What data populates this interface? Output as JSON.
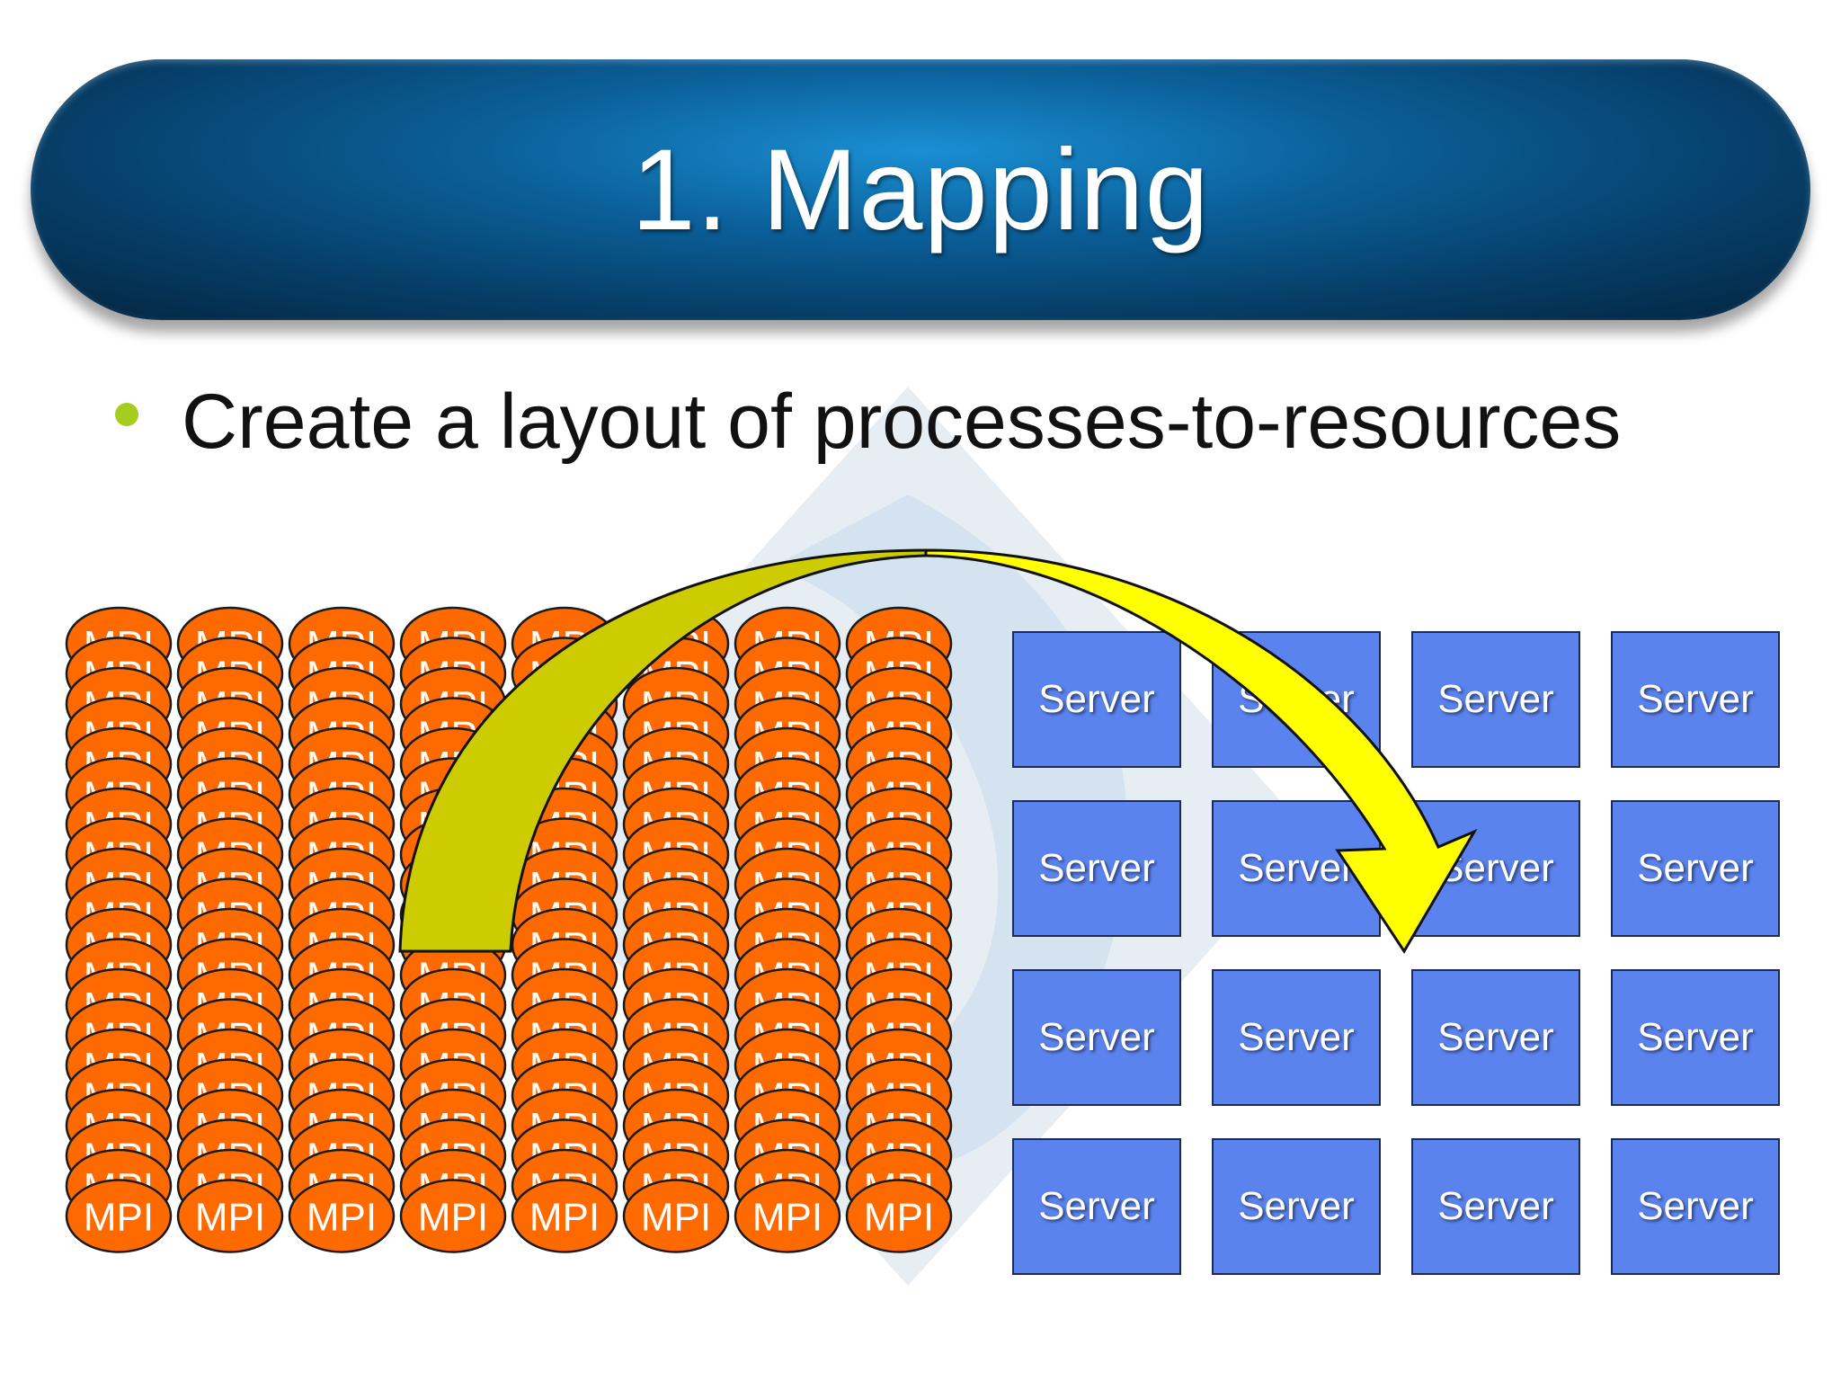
{
  "slide": {
    "title": "1. Mapping",
    "bullet": "Create a layout of processes-to-resources"
  },
  "processes": {
    "label": "MPI",
    "columns": 8,
    "rows": 20,
    "fill_color": "#ff6a00",
    "stroke_color": "#1a1a1a"
  },
  "servers": {
    "label": "Server",
    "columns": 4,
    "rows": 4,
    "fill_color": "#5b83ee",
    "items": [
      "Server",
      "Server",
      "Server",
      "Server",
      "Server",
      "Server",
      "Server",
      "Server",
      "Server",
      "Server",
      "Server",
      "Server",
      "Server",
      "Server",
      "Server",
      "Server"
    ]
  },
  "arrow": {
    "fill_color": "#ffff00",
    "back_color": "#cccc00",
    "meaning": "mapping processes to servers"
  },
  "colors": {
    "title_bar": "#0b5f99",
    "bullet": "#a6cc1f"
  }
}
